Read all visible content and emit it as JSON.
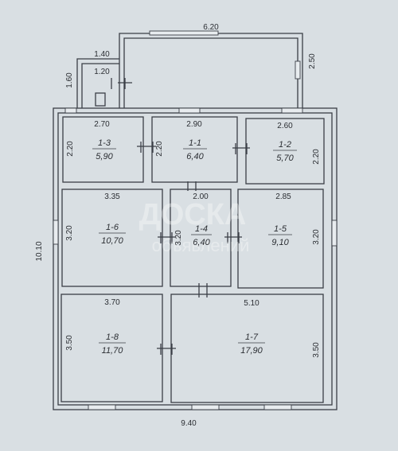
{
  "plan": {
    "outer_dims": {
      "porch_width": "6.20",
      "porch_depth": "2.50",
      "vestibule_width": "1.40",
      "vestibule_depth": "1.60",
      "vestibule_inner": "1.20",
      "house_width": "9.40",
      "house_depth": "10.10"
    },
    "rooms": [
      {
        "id": "1-3",
        "area": "5,90",
        "w": "2.70",
        "h": "2.20"
      },
      {
        "id": "1-1",
        "area": "6,40",
        "w": "2.90",
        "h": "2.20"
      },
      {
        "id": "1-2",
        "area": "5,70",
        "w": "2.60",
        "h": "2.20"
      },
      {
        "id": "1-6",
        "area": "10,70",
        "w": "3.35",
        "h": "3.20"
      },
      {
        "id": "1-4",
        "area": "6,40",
        "w": "2.00",
        "h": "3.20"
      },
      {
        "id": "1-5",
        "area": "9,10",
        "w": "2.85",
        "h": "3.20"
      },
      {
        "id": "1-8",
        "area": "11,70",
        "w": "3.70",
        "h": "3.50"
      },
      {
        "id": "1-7",
        "area": "17,90",
        "w": "5.10",
        "h": "3.50"
      }
    ],
    "watermark": {
      "line1": "ДОСКА",
      "line2": "объявлений"
    }
  }
}
